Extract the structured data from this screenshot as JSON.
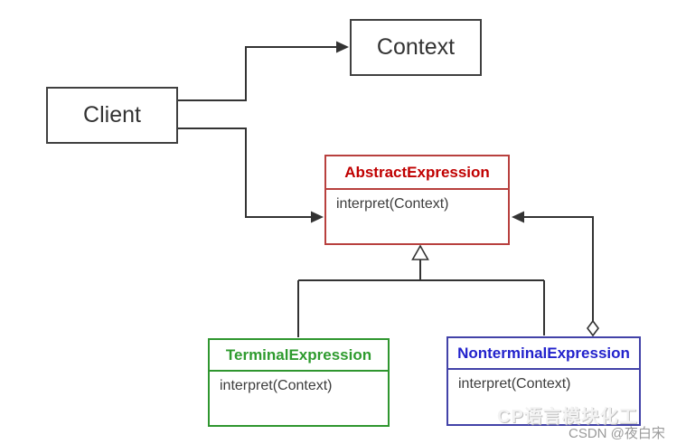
{
  "diagram": {
    "type": "uml-class-diagram",
    "pattern": "Interpreter",
    "line_color": "#333333",
    "nodes": {
      "client": {
        "title": "Client",
        "border_color": "#404040"
      },
      "context": {
        "title": "Context",
        "border_color": "#404040"
      },
      "abstract_expression": {
        "title": "AbstractExpression",
        "method": "interpret(Context)",
        "title_color": "#c00000",
        "border_color": "#b8403e"
      },
      "terminal_expression": {
        "title": "TerminalExpression",
        "method": "interpret(Context)",
        "title_color": "#2e9b2e",
        "border_color": "#2f962f"
      },
      "nonterminal_expression": {
        "title": "NonterminalExpression",
        "method": "interpret(Context)",
        "title_color": "#2222cc",
        "border_color": "#4242a8"
      }
    },
    "edges": [
      {
        "from": "Client",
        "to": "Context",
        "type": "directed-association"
      },
      {
        "from": "Client",
        "to": "AbstractExpression",
        "type": "directed-association"
      },
      {
        "from": "TerminalExpression",
        "to": "AbstractExpression",
        "type": "generalization"
      },
      {
        "from": "NonterminalExpression",
        "to": "AbstractExpression",
        "type": "generalization"
      },
      {
        "from": "NonterminalExpression",
        "to": "AbstractExpression",
        "type": "aggregation"
      }
    ]
  },
  "watermarks": {
    "embossed": "CP语言模块化工",
    "csdn": "CSDN @夜白宋"
  }
}
